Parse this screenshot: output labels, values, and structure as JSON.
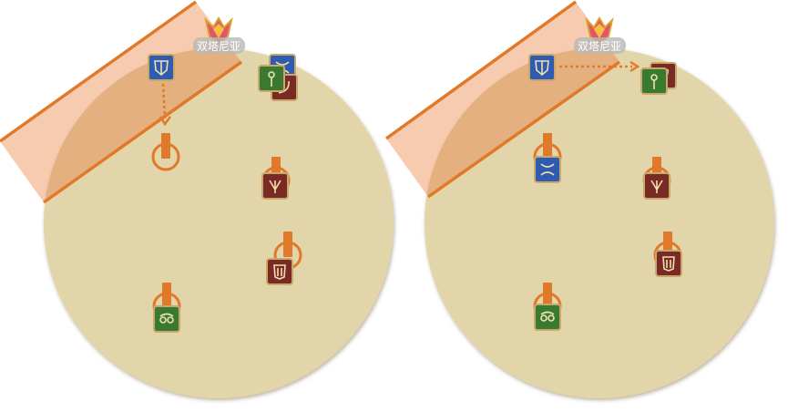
{
  "colors": {
    "arena_fill": "#e3d5aa",
    "arena_shadow": "#b5a98a",
    "aoe_fill": "#f0a070",
    "aoe_edge": "#e07a2a",
    "marker": "#e07a2a",
    "tank": "#2f5bb0",
    "healer": "#3a7a30",
    "dps": "#7a2a25",
    "icon_border": "#c9a96a"
  },
  "panels": [
    {
      "boss": {
        "label": "双塔尼亚",
        "icon": "boss-crest-icon"
      },
      "players": [
        {
          "role": "tank",
          "icon": "shield-icon"
        },
        {
          "role": "tank",
          "icon": "crossed-axes-icon"
        },
        {
          "role": "dps",
          "icon": "curved-blade-icon"
        },
        {
          "role": "healer",
          "icon": "staff-icon"
        },
        {
          "role": "dps",
          "icon": "trident-icon"
        },
        {
          "role": "dps",
          "icon": "banner-icon"
        },
        {
          "role": "healer",
          "icon": "orbs-icon"
        }
      ],
      "arrow": "dotted-down-arrow-icon"
    },
    {
      "boss": {
        "label": "双塔尼亚",
        "icon": "boss-crest-icon"
      },
      "players": [
        {
          "role": "tank",
          "icon": "shield-icon"
        },
        {
          "role": "dps",
          "icon": "curved-blade-icon"
        },
        {
          "role": "healer",
          "icon": "staff-icon"
        },
        {
          "role": "tank",
          "icon": "crossed-axes-icon"
        },
        {
          "role": "dps",
          "icon": "trident-icon"
        },
        {
          "role": "dps",
          "icon": "banner-icon"
        },
        {
          "role": "healer",
          "icon": "orbs-icon"
        }
      ],
      "arrow": "dotted-right-arrow-icon"
    }
  ]
}
